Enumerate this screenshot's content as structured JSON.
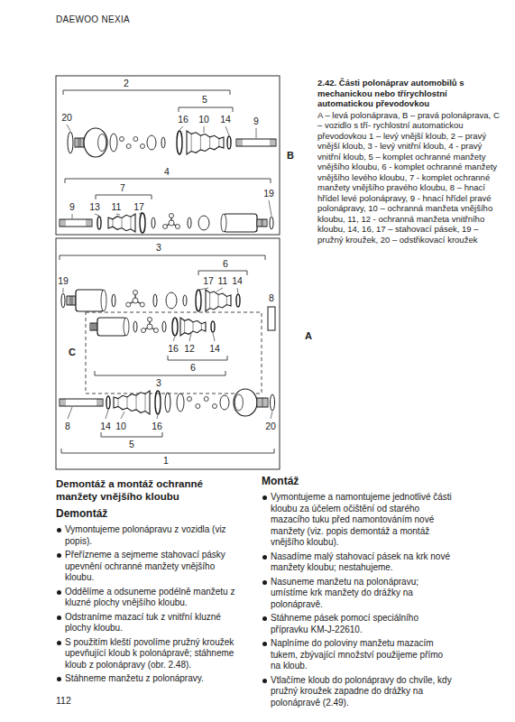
{
  "diagram": {
    "title": "Demontáž a montáž ochranné manžety vnějšího kloubu",
    "caption": "2.42. Části polonáprav automobilů s mechanickou nebo třírychlostní automatickou převodovkou",
    "labels": [
      "DAEWOO NEXIA",
      "2",
      "5",
      "20",
      "16",
      "10",
      "14",
      "9",
      "B",
      "4",
      "7",
      "9",
      "13",
      "11",
      "17",
      "19",
      "3",
      "6",
      "19",
      "17",
      "11",
      "14",
      "8",
      "A",
      "C",
      "16",
      "12",
      "14",
      "6",
      "3",
      "8",
      "14",
      "10",
      "16",
      "20",
      "5",
      "1",
      "A – levá polonáprava, B – pravá polonáprava, C – vozidlo s tří- rychlostní automatickou převodovkou 1 – levý vnější kloub, 2 – pravý vnější kloub, 3 - levý vnitřní kloub, 4 - pravý vnitřní kloub, 5 – komplet ochranné manžety vnějšího kloubu, 6 - komplet ochranné manžety vnějšího levého kloubu, 7 - komplet ochranné manžety vnějšího pravého kloubu, 8 – hnací hřídel levé polonápravy, 9 - hnací hřídel pravé polonápravy, 10 – ochranná manžeta vnějšího kloubu, 11, 12 - ochranná manžeta vnitřního kloubu, 14, 16, 17 – stahovací pásek, 19 – pružný kroužek, 20 – odstřikovací kroužek",
      "Demontáž",
      "Vymontujeme polonápravu z vozidla (viz popis).",
      "Přeřízneme a sejmeme stahovací pásky upevnění ochranné manžety vnějšího kloubu.",
      "Oddělíme a odsuneme podélně manžetu z kluzné plochy vnějšího kloubu.",
      "Odstraníme mazací tuk z vnitřní kluzné plochy kloubu.",
      "S použitím kleští povolíme pružný kroužek upevňující kloub k polonápravě; stáhneme kloub z polonápravy (obr. 2.48).",
      "Stáhneme manžetu z polonápravy.",
      "Montáž",
      "Vymontujeme a namontujeme jednotlivé části kloubu za účelem očištění od starého mazacího tuku před namontováním nové manžety (viz. popis demontáž a montáž vnějšího kloubu).",
      "Nasadíme malý stahovací pásek na krk nové manžety kloubu; nestahujeme.",
      "Nasuneme manžetu na polonápravu; umístíme krk manžety do drážky na polonápravě.",
      "Stáhneme pásek pomocí speciálního přípravku KM-J-22610.",
      "Naplníme do poloviny manžetu mazacím tukem, zbývající množství použijeme přímo na kloub.",
      "Vtlačíme kloub do polonápravy do chvíle, kdy pružný kroužek zapadne do drážky na polonápravě (2.49).",
      "112"
    ]
  }
}
